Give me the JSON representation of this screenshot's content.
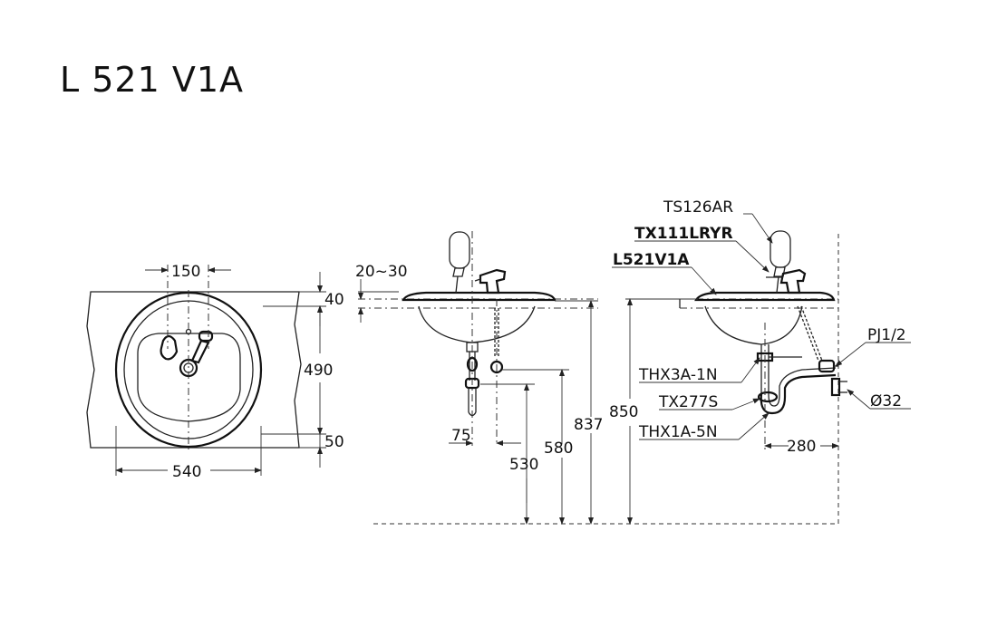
{
  "title": "L 521 V1A",
  "top_view": {
    "dim_faucet_spacing": "150",
    "dim_deck": "40",
    "dim_depth": "490",
    "dim_front": "50",
    "dim_width": "540"
  },
  "side_view": {
    "dim_counter": "20~30",
    "dim_offset": "75",
    "dim_drain_height": "530",
    "dim_supply_height": "580",
    "dim_rim_height": "837"
  },
  "end_view": {
    "dim_total_height": "850",
    "dim_wall_distance": "280",
    "parts": {
      "ts126ar": "TS126AR",
      "tx111lryr": "TX111LRYR",
      "l521v1a": "L521V1A",
      "pj12": "PJ1/2",
      "thx3a1n": "THX3A-1N",
      "tx277s": "TX277S",
      "d32": "Ø32",
      "thx1a5n": "THX1A-5N"
    }
  }
}
